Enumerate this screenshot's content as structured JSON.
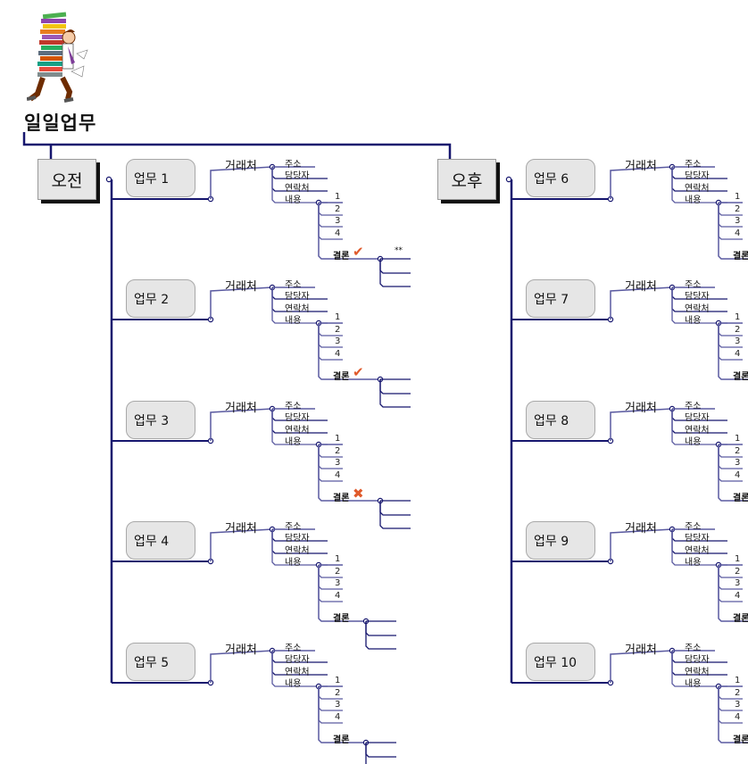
{
  "title": "일일업무",
  "illustration": "person-carrying-books-icon",
  "colors": {
    "line_dark": "#16166e",
    "line_mid": "#5a5aa0",
    "box_fill": "#e6e6e6",
    "mark": "#e05a2b"
  },
  "sessions": [
    {
      "label": "오전",
      "tasks": [
        {
          "label": "업무 1",
          "client": "거래처",
          "fields": [
            "주소",
            "담당자",
            "연락처",
            "내용"
          ],
          "items": [
            "1",
            "2",
            "3",
            "4"
          ],
          "conclusion": "결론",
          "mark": "check",
          "mark_glyph": "✔",
          "note": "**"
        },
        {
          "label": "업무 2",
          "client": "거래처",
          "fields": [
            "주소",
            "담당자",
            "연락처",
            "내용"
          ],
          "items": [
            "1",
            "2",
            "3",
            "4"
          ],
          "conclusion": "결론",
          "mark": "check",
          "mark_glyph": "✔",
          "note": ""
        },
        {
          "label": "업무 3",
          "client": "거래처",
          "fields": [
            "주소",
            "담당자",
            "연락처",
            "내용"
          ],
          "items": [
            "1",
            "2",
            "3",
            "4"
          ],
          "conclusion": "결론",
          "mark": "x",
          "mark_glyph": "✖",
          "note": ""
        },
        {
          "label": "업무 4",
          "client": "거래처",
          "fields": [
            "주소",
            "담당자",
            "연락처",
            "내용"
          ],
          "items": [
            "1",
            "2",
            "3",
            "4"
          ],
          "conclusion": "결론",
          "mark": "",
          "mark_glyph": "",
          "note": ""
        },
        {
          "label": "업무 5",
          "client": "거래처",
          "fields": [
            "주소",
            "담당자",
            "연락처",
            "내용"
          ],
          "items": [
            "1",
            "2",
            "3",
            "4"
          ],
          "conclusion": "결론",
          "mark": "",
          "mark_glyph": "",
          "note": ""
        }
      ]
    },
    {
      "label": "오후",
      "tasks": [
        {
          "label": "업무 6",
          "client": "거래처",
          "fields": [
            "주소",
            "담당자",
            "연락처",
            "내용"
          ],
          "items": [
            "1",
            "2",
            "3",
            "4"
          ],
          "conclusion": "결론",
          "mark": "",
          "mark_glyph": "",
          "note": ""
        },
        {
          "label": "업무 7",
          "client": "거래처",
          "fields": [
            "주소",
            "담당자",
            "연락처",
            "내용"
          ],
          "items": [
            "1",
            "2",
            "3",
            "4"
          ],
          "conclusion": "결론",
          "mark": "",
          "mark_glyph": "",
          "note": ""
        },
        {
          "label": "업무 8",
          "client": "거래처",
          "fields": [
            "주소",
            "담당자",
            "연락처",
            "내용"
          ],
          "items": [
            "1",
            "2",
            "3",
            "4"
          ],
          "conclusion": "결론",
          "mark": "",
          "mark_glyph": "",
          "note": ""
        },
        {
          "label": "업무 9",
          "client": "거래처",
          "fields": [
            "주소",
            "담당자",
            "연락처",
            "내용"
          ],
          "items": [
            "1",
            "2",
            "3",
            "4"
          ],
          "conclusion": "결론",
          "mark": "",
          "mark_glyph": "",
          "note": ""
        },
        {
          "label": "업무 10",
          "client": "거래처",
          "fields": [
            "주소",
            "담당자",
            "연락처",
            "내용"
          ],
          "items": [
            "1",
            "2",
            "3",
            "4"
          ],
          "conclusion": "결론",
          "mark": "",
          "mark_glyph": "",
          "note": ""
        }
      ]
    }
  ]
}
